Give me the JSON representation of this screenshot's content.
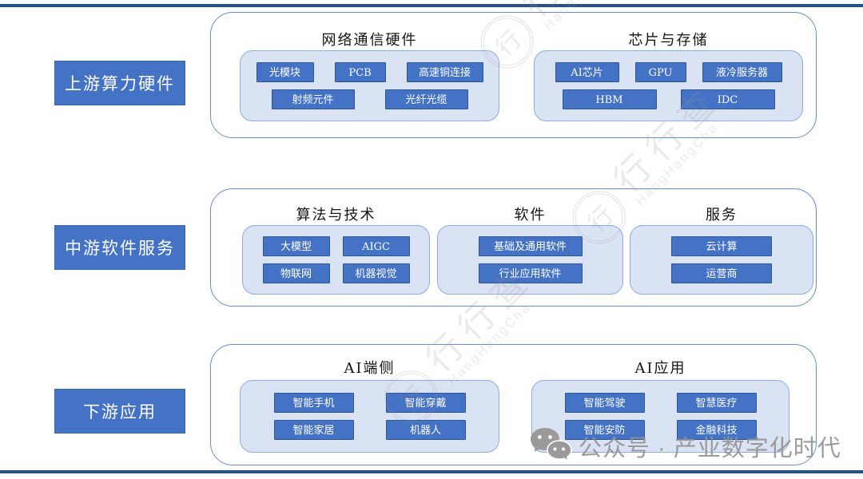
{
  "rows": [
    {
      "label": "上游算力硬件",
      "groups": [
        {
          "title": "网络通信硬件",
          "chip_rows": [
            [
              "光模块",
              "PCB",
              "高速铜连接"
            ],
            [
              "射频元件",
              "光纤光缆"
            ]
          ]
        },
        {
          "title": "芯片与存储",
          "chip_rows": [
            [
              "AI芯片",
              "GPU",
              "液冷服务器"
            ],
            [
              "HBM",
              "IDC"
            ]
          ]
        }
      ]
    },
    {
      "label": "中游软件服务",
      "groups": [
        {
          "title": "算法与技术",
          "chip_rows": [
            [
              "大模型",
              "AIGC"
            ],
            [
              "物联网",
              "机器视觉"
            ]
          ]
        },
        {
          "title": "软件",
          "chip_rows": [
            [
              "基础及通用软件"
            ],
            [
              "行业应用软件"
            ]
          ]
        },
        {
          "title": "服务",
          "chip_rows": [
            [
              "云计算"
            ],
            [
              "运营商"
            ]
          ]
        }
      ]
    },
    {
      "label": "下游应用",
      "groups": [
        {
          "title": "AI端侧",
          "chip_rows": [
            [
              "智能手机",
              "智能穿戴"
            ],
            [
              "智能家居",
              "机器人"
            ]
          ]
        },
        {
          "title": "AI应用",
          "chip_rows": [
            [
              "智能驾驶",
              "智慧医疗"
            ],
            [
              "智能安防",
              "金融科技"
            ]
          ]
        }
      ]
    }
  ],
  "watermarks": {
    "footer": {
      "label": "公众号 · 产业数字化时代"
    },
    "diagonal": {
      "text": "行行查",
      "subtext": "HangHangCha",
      "logo_char": "行"
    }
  },
  "colors": {
    "chip_fill": "#4472c4",
    "chip_border": "#2f5597",
    "group_fill": "#dae3f3",
    "group_border": "#8faadc",
    "panel_border": "#6d8cc7",
    "side_label_fill": "#4472c4",
    "rule_line": "#24518f",
    "watermark_gray": "#949494"
  }
}
